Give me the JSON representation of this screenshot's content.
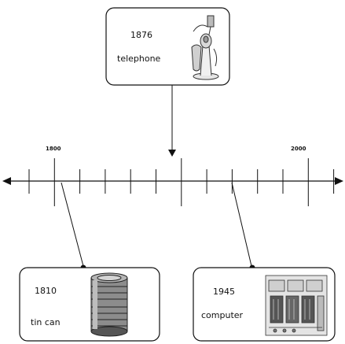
{
  "timeline": {
    "left_label": "1800",
    "right_label": "2000"
  },
  "events": {
    "telephone": {
      "year": "1876",
      "name": "telephone",
      "image": "candlestick-telephone-picture"
    },
    "tin_can": {
      "year": "1810",
      "name": "tin can",
      "image": "tin-can-picture"
    },
    "computer": {
      "year": "1945",
      "name": "computer",
      "image": "computer-machine-picture"
    }
  }
}
